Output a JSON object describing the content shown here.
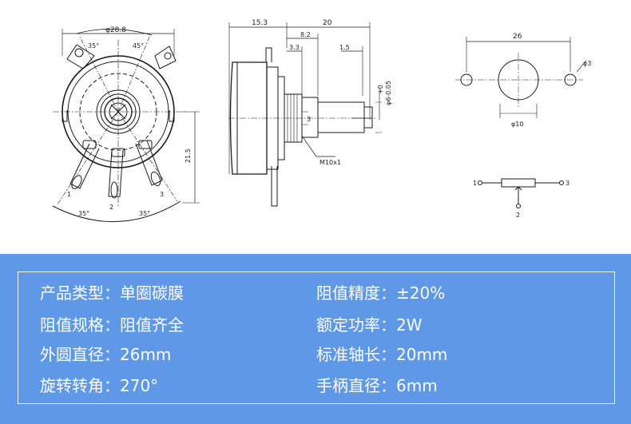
{
  "front_view": {
    "dia": "φ28.8",
    "ang_top1": "35°",
    "ang_top2": "45°",
    "ang_bot1": "35°",
    "ang_bot2": "35°",
    "height": "21.5",
    "pin1": "1",
    "pin2": "2",
    "pin3": "3"
  },
  "side_view": {
    "d15": "15.3",
    "d20": "20",
    "d82": "8.2",
    "d33": "3.3",
    "d15b": "1.5",
    "shaft": "φ6-0.05",
    "tol": "+0",
    "d3": "3",
    "thread": "M10x1"
  },
  "mount_view": {
    "d26": "26",
    "d3": "φ3",
    "d10": "φ10"
  },
  "schematic": {
    "p1": "1",
    "p2": "2",
    "p3": "3"
  },
  "specs": {
    "product_type": "产品类型：单圈碳膜",
    "accuracy": "阻值精度：±20%",
    "resistance": "阻值规格：阻值齐全",
    "power": "额定功率：2W",
    "outer_dia": "外圆直径：26mm",
    "shaft_len": "标准轴长：20mm",
    "rotation": "旋转转角：270°",
    "handle_dia": "手柄直径：6mm"
  }
}
